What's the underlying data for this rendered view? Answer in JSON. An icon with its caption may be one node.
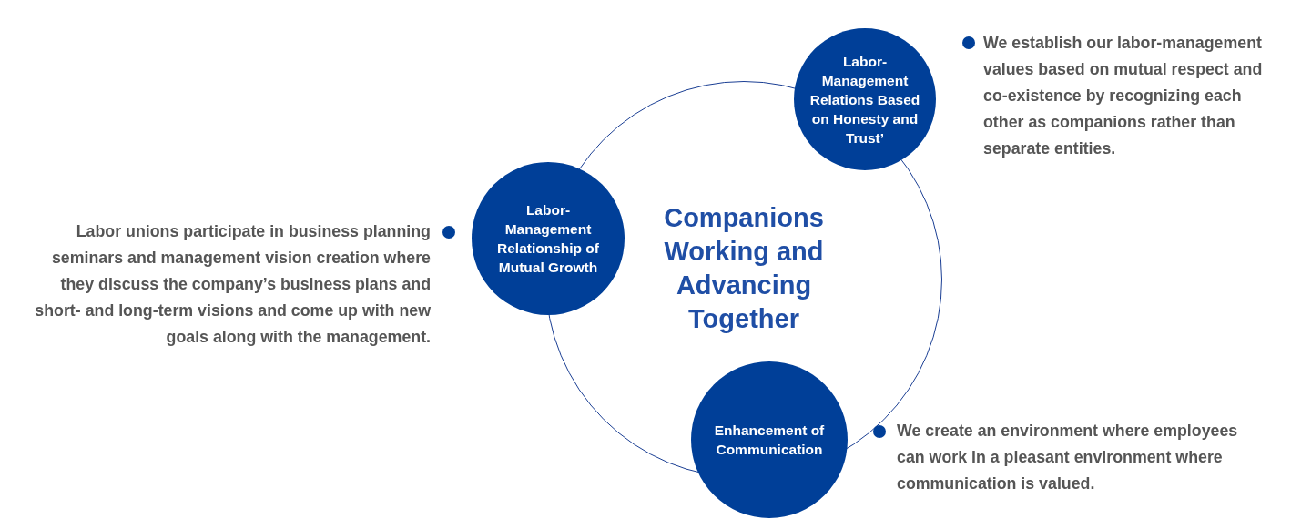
{
  "diagram": {
    "nodes": [
      {
        "text": [
          "Companions Working and Advancing Together"
        ]
      },
      {
        "text": [
          "Labor-Management Relations Based on Honesty and Trust’"
        ]
      },
      {
        "text": [
          "Labor-Management Relationship of Mutual Growth"
        ]
      },
      {
        "text": [
          "Enhancement of Communication"
        ]
      }
    ],
    "labels": [
      "We establish our labor-management values based on mutual respect and co-existence by recognizing each other as companions rather than separate entities.",
      "Labor unions participate in business planning seminars and management vision creation where they discuss the company’s business plans and short- and long-term visions and come up with new goals along with the management.",
      "We create an environment where employees can work in a pleasant environment where communication is valued."
    ]
  }
}
